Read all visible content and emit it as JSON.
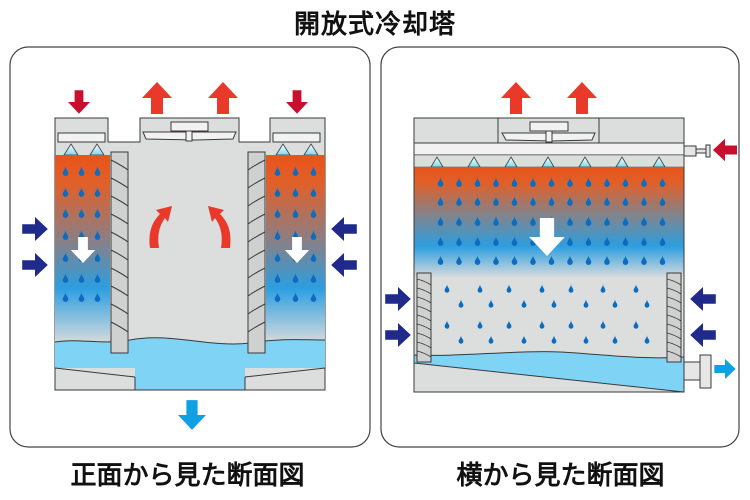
{
  "title": "開放式冷却塔",
  "panels": {
    "front": {
      "caption": "正面から見た断面図",
      "arrows": {
        "hot_water_in": "down-red",
        "air_out": "up-red",
        "air_in": "right-navy",
        "water_out": "down-blue"
      }
    },
    "side": {
      "caption": "横から見た断面図",
      "arrows": {
        "hot_water_in": "left-red",
        "air_out": "up-red",
        "air_in": "navy",
        "water_out": "right-blue"
      }
    }
  },
  "colors": {
    "hot_arrow": "#e8392b",
    "inlet_arrow": "#c8102e",
    "air_arrow": "#1f2a8a",
    "water_out_arrow": "#0ea0e3",
    "hot_water": "#e8541a",
    "cool_water": "#3aa3df",
    "basin_water": "#7fd3f5",
    "drop": "#0b6dbf",
    "casing": "#dcdddd",
    "outline": "#3a3a3a"
  }
}
